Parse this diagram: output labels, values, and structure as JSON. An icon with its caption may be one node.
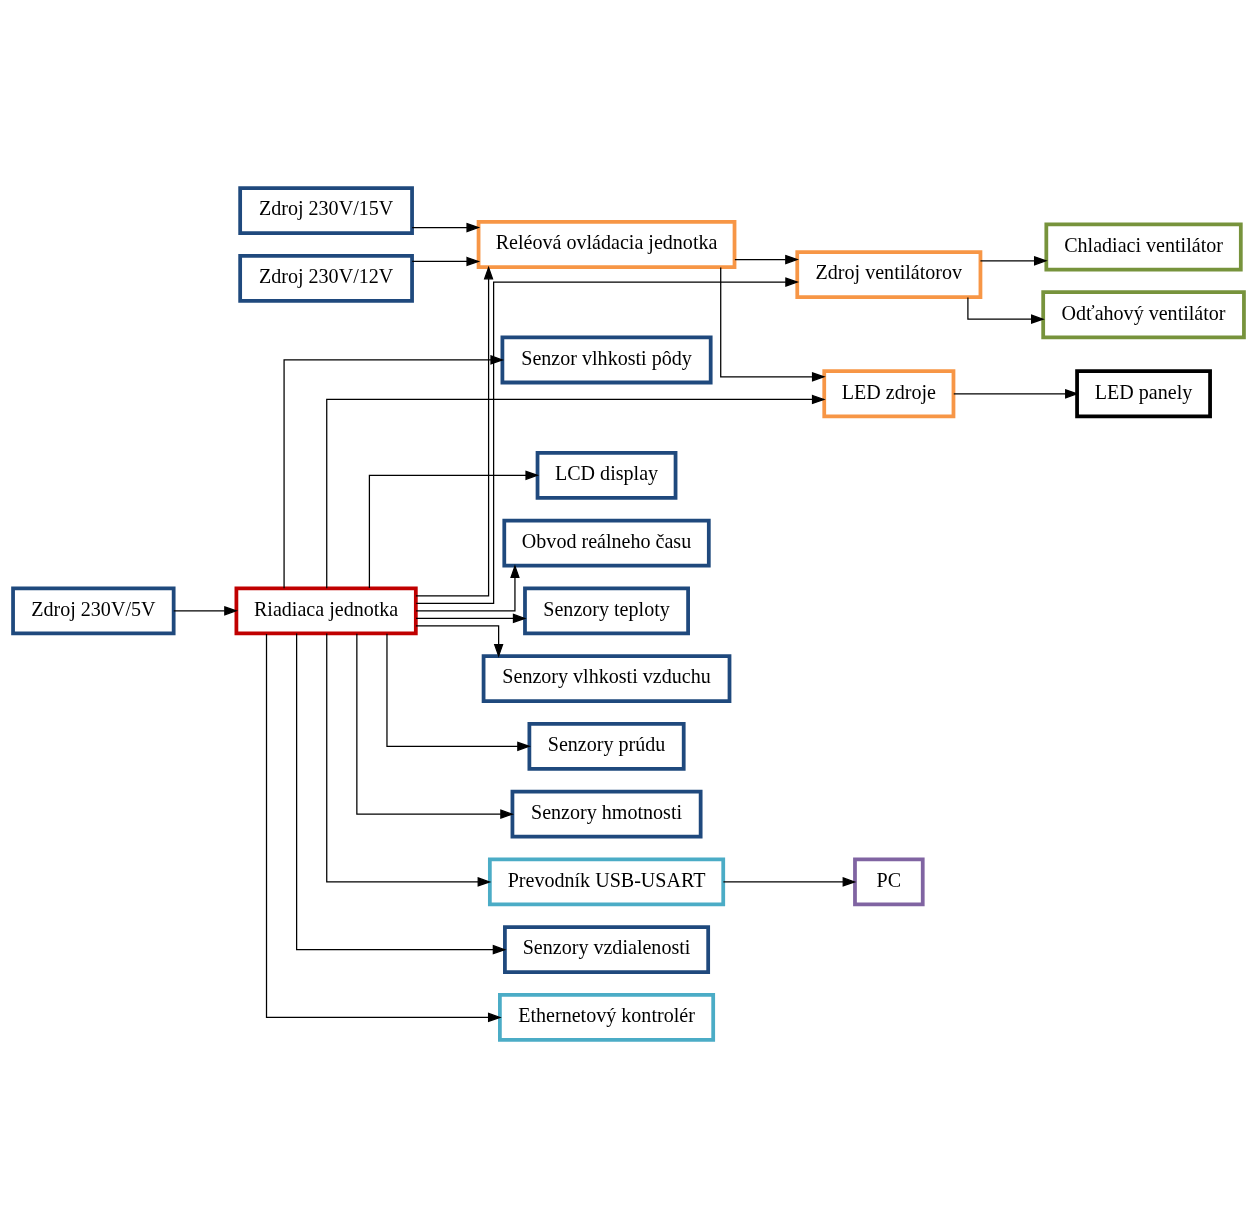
{
  "diagram": {
    "nodes": [
      {
        "text": [
          "Zdroj 230V/12V"
        ]
      },
      {
        "text": [
          "Zdroj ventilátorov"
        ]
      },
      {
        "text": [
          "Reléová ovládacia jednotka"
        ]
      },
      {
        "text": [
          "Odťahový ventilátor"
        ]
      },
      {
        "text": [
          "Chladiaci ventilátor"
        ]
      },
      {
        "text": [
          "Zdroj 230V/5V"
        ]
      },
      {
        "text": [
          "Riadiaca jednotka"
        ]
      },
      {
        "text": [
          "Obvod reálneho času"
        ]
      },
      {
        "text": [
          "Senzory teploty"
        ]
      },
      {
        "text": [
          "Senzory vlhkosti vzduchu"
        ]
      },
      {
        "text": [
          "Senzory prúdu"
        ]
      },
      {
        "text": [
          "Senzory hmotnosti"
        ]
      },
      {
        "text": [
          "LED zdroje"
        ]
      },
      {
        "text": [
          "Zdroj 230V/15V"
        ]
      },
      {
        "text": [
          "LED panely"
        ]
      },
      {
        "text": [
          "Senzory vzdialenosti"
        ]
      },
      {
        "text": [
          "Ethernetový kontrolér"
        ]
      },
      {
        "text": [
          "Senzor vlhkosti pôdy"
        ]
      },
      {
        "text": [
          "Prevodník USB-USART"
        ]
      },
      {
        "text": [
          "LCD display"
        ]
      },
      {
        "text": [
          "PC"
        ]
      }
    ],
    "edges": [
      {
        "from": 0,
        "to": 2,
        "arrow": "to"
      },
      {
        "from": 2,
        "to": 1,
        "arrow": "to"
      },
      {
        "from": 6,
        "to": 1,
        "arrow": "to"
      },
      {
        "from": 6,
        "to": 2,
        "arrow": "to"
      },
      {
        "from": 1,
        "to": 3,
        "arrow": "to"
      },
      {
        "from": 1,
        "to": 4,
        "arrow": "to"
      },
      {
        "from": 5,
        "to": 6,
        "arrow": "to"
      },
      {
        "from": 6,
        "to": 7,
        "arrow": "to"
      },
      {
        "from": 6,
        "to": 8,
        "arrow": "to"
      },
      {
        "from": 6,
        "to": 9,
        "arrow": "to"
      },
      {
        "from": 6,
        "to": 10,
        "arrow": "to"
      },
      {
        "from": 6,
        "to": 11,
        "arrow": "to"
      },
      {
        "from": 6,
        "to": 15,
        "arrow": "to"
      },
      {
        "from": 6,
        "to": 16,
        "arrow": "to"
      },
      {
        "from": 6,
        "to": 17,
        "arrow": "to"
      },
      {
        "from": 6,
        "to": 18,
        "arrow": "to"
      },
      {
        "from": 6,
        "to": 19,
        "arrow": "to"
      },
      {
        "from": 6,
        "to": 12,
        "arrow": "to"
      },
      {
        "from": 2,
        "to": 12,
        "arrow": "to"
      },
      {
        "from": 13,
        "to": 2,
        "arrow": "to"
      },
      {
        "from": 12,
        "to": 14,
        "arrow": "to"
      },
      {
        "from": 18,
        "to": 20,
        "arrow": "to"
      }
    ]
  }
}
